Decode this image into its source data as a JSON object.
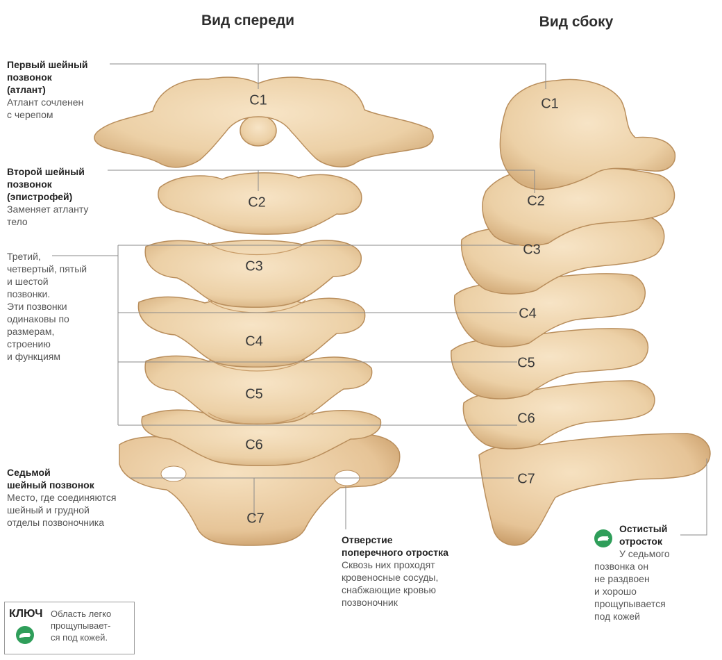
{
  "titles": {
    "front": "Вид спереди",
    "side": "Вид сбоку"
  },
  "annotations": {
    "c1": {
      "heading": [
        "Первый шейный",
        "позвонок",
        "(атлант)"
      ],
      "text": [
        "Атлант сочленен",
        "с черепом"
      ]
    },
    "c2": {
      "heading": [
        "Второй шейный",
        "позвонок",
        "(эпистрофей)"
      ],
      "text": [
        "Заменяет атланту",
        "тело"
      ]
    },
    "c3c6": {
      "text": [
        "Третий,",
        "четвертый, пятый",
        "и шестой",
        "позвонки.",
        "Эти позвонки",
        "одинаковы по",
        "размерам,",
        "строению",
        "и функциям"
      ]
    },
    "c7": {
      "heading": [
        "Седьмой",
        "шейный позвонок"
      ],
      "text": [
        "Место, где соединяются",
        "шейный и грудной",
        "отделы позвоночника"
      ]
    },
    "foramen": {
      "heading": [
        "Отверстие",
        "поперечного отростка"
      ],
      "text": [
        "Сквозь них проходят",
        "кровеносные сосуды,",
        "снабжающие кровью",
        "позвоночник"
      ]
    },
    "spinous": {
      "heading": [
        "Остистый",
        "отросток"
      ],
      "text": [
        "У седьмого",
        "позвонка он",
        "не раздвоен",
        "и хорошо",
        "прощупывается",
        "под кожей"
      ]
    }
  },
  "vertebra_labels": [
    "C1",
    "C2",
    "C3",
    "C4",
    "C5",
    "C6",
    "C7"
  ],
  "key": {
    "title": "КЛЮЧ",
    "text": [
      "Область легко",
      "прощупывает-",
      "ся под кожей."
    ]
  },
  "colors": {
    "bone": "#f1d6b0",
    "bone_shade": "#d9b587",
    "bone_dark": "#b98e5c",
    "leader_line": "#8a8a8a",
    "key_icon": "#2f9e5a"
  },
  "icons": {
    "key_icon": "hand-icon",
    "spinous_icon": "hand-icon"
  }
}
